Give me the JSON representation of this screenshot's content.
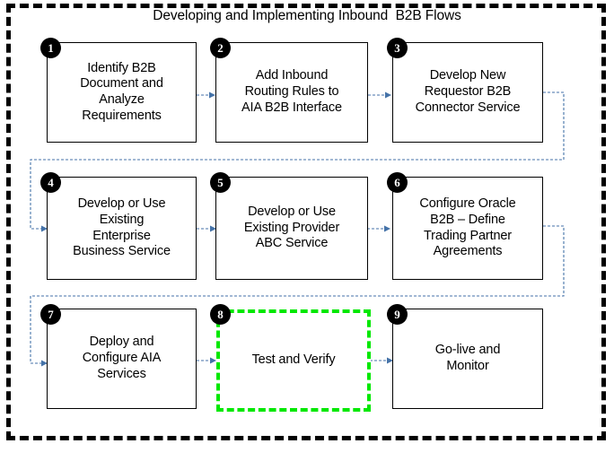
{
  "diagram": {
    "title": "Developing and Implementing Inbound  B2B Flows",
    "frame_style": "dashed",
    "frame_color": "#000000",
    "connector_color": "#4472a8",
    "highlight_color": "#00e800",
    "nodes": [
      {
        "number": "1",
        "label": "Identify B2B\nDocument and\nAnalyze\nRequirements",
        "highlight": "none"
      },
      {
        "number": "2",
        "label": "Add Inbound\nRouting Rules to\nAIA B2B Interface",
        "highlight": "none"
      },
      {
        "number": "3",
        "label": "Develop New\nRequestor B2B\nConnector Service",
        "highlight": "none"
      },
      {
        "number": "4",
        "label": "Develop or Use\nExisting\nEnterprise\nBusiness Service",
        "highlight": "none"
      },
      {
        "number": "5",
        "label": "Develop or Use\nExisting Provider\nABC Service",
        "highlight": "none"
      },
      {
        "number": "6",
        "label": "Configure Oracle\nB2B – Define\nTrading Partner\nAgreements",
        "highlight": "none"
      },
      {
        "number": "7",
        "label": "Deploy and\nConfigure AIA\nServices",
        "highlight": "none"
      },
      {
        "number": "8",
        "label": "Test and Verify",
        "highlight": "green-dashed"
      },
      {
        "number": "9",
        "label": "Go-live and\nMonitor",
        "highlight": "none"
      }
    ]
  }
}
